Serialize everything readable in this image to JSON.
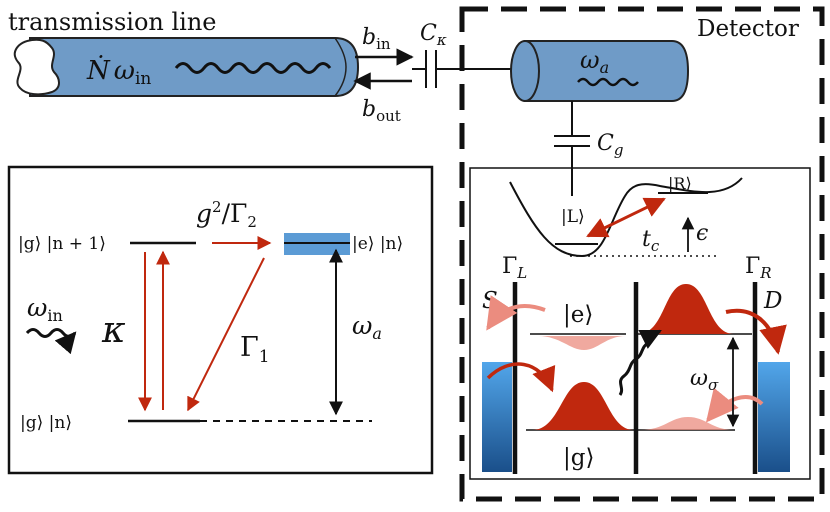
{
  "top": {
    "tl_label": "transmission line",
    "ndot": "Ṅ",
    "omega": "ω",
    "omega_sub": "in",
    "b": "b",
    "b_in_sub": "in",
    "b_out_sub": "out",
    "c": "C",
    "c_kappa_sub": "κ",
    "c_g_sub": "g",
    "detector_label": "Detector",
    "omega_a_sub": "a"
  },
  "levels": {
    "gn1": "|g⟩ |n + 1⟩",
    "en": "|e⟩ |n⟩",
    "gn": "|g⟩ |n⟩",
    "g2": "g",
    "g2_sup": "2",
    "g2_den": "/Γ",
    "g2_den_sub": "2",
    "gamma1": "Γ",
    "gamma1_sub": "1",
    "kappa": "κ",
    "omega_in_base": "ω",
    "omega_in_sub": "in",
    "omega_a_base": "ω",
    "omega_a_sub": "a"
  },
  "dqd": {
    "R": "|R⟩",
    "L": "|L⟩",
    "tc": "t",
    "tc_sub": "c",
    "eps": "ϵ",
    "gammaL": "Γ",
    "gammaL_sub": "L",
    "gammaR": "Γ",
    "gammaR_sub": "R",
    "S": "S",
    "D": "D",
    "e": "|e⟩",
    "g": "|g⟩",
    "omega_sigma": "ω",
    "omega_sigma_sub": "σ"
  },
  "colors": {
    "cable_fill": "#6f9bc7",
    "red": "#c0280e",
    "light_red": "#eb8c7f",
    "level_blue": "#5b9bd5",
    "lead_top": "#52a6ea",
    "lead_bottom": "#1a4f8a"
  }
}
